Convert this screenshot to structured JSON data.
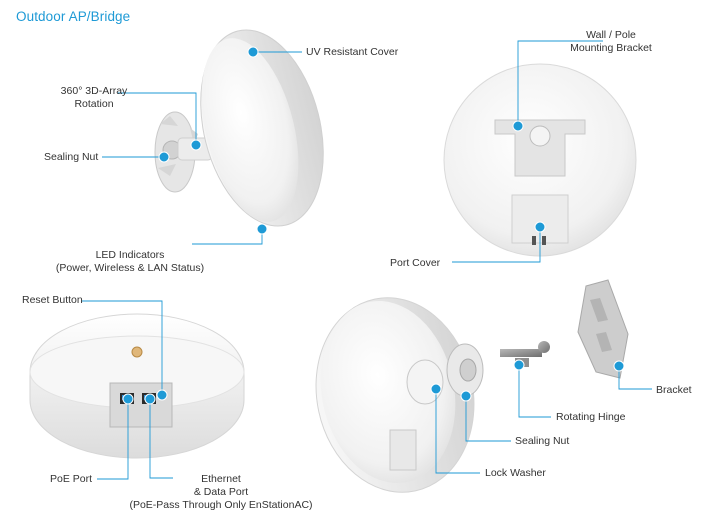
{
  "title": "Outdoor AP/Bridge",
  "colors": {
    "accent": "#1e9ad6",
    "device": "#f2f2f2",
    "text": "#333333"
  },
  "callouts": {
    "uv_cover": "UV Resistant Cover",
    "rotation_l1": "360° 3D-Array",
    "rotation_l2": "Rotation",
    "sealing_nut_top": "Sealing Nut",
    "led_l1": "LED Indicators",
    "led_l2": "(Power, Wireless & LAN Status)",
    "mount_l1": "Wall / Pole",
    "mount_l2": "Mounting Bracket",
    "port_cover": "Port Cover",
    "reset_button": "Reset Button",
    "poe_port": "PoE Port",
    "eth_l1": "Ethernet",
    "eth_l2": "& Data Port",
    "eth_l3": "(PoE-Pass Through Only EnStationAC)",
    "bracket": "Bracket",
    "rotating_hinge": "Rotating Hinge",
    "sealing_nut_bottom": "Sealing Nut",
    "lock_washer": "Lock Washer"
  }
}
